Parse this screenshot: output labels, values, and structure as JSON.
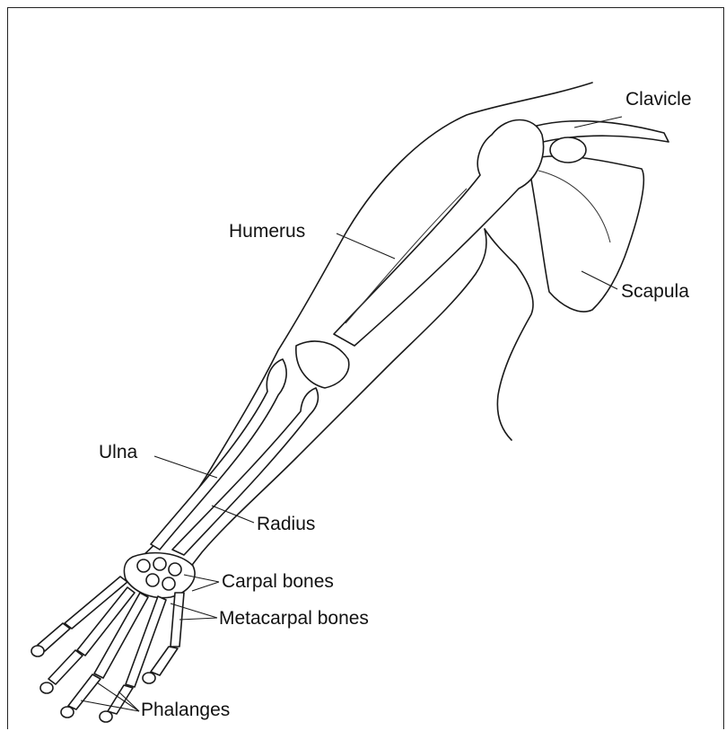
{
  "labels": {
    "clavicle": "Clavicle",
    "humerus": "Humerus",
    "scapula": "Scapula",
    "ulna": "Ulna",
    "radius": "Radius",
    "carpal": "Carpal bones",
    "metacarpal": "Metacarpal bones",
    "phalanges": "Phalanges"
  }
}
